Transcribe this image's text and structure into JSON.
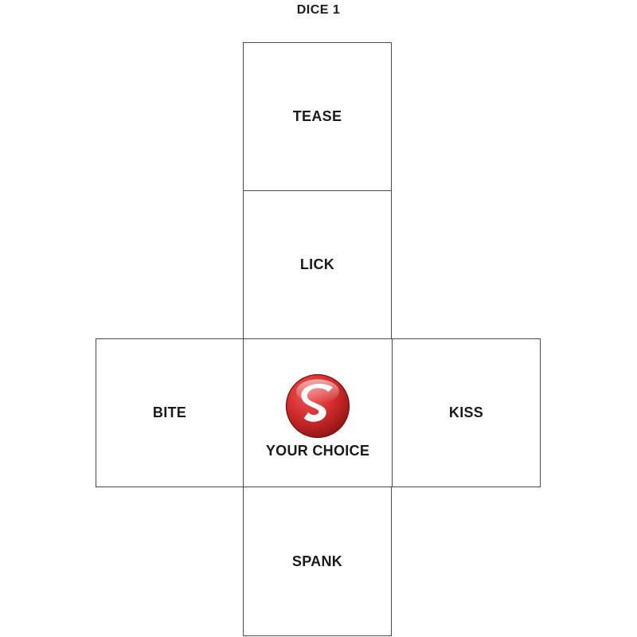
{
  "title": "DICE 1",
  "faces": {
    "top": "TEASE",
    "upper": "LICK",
    "left": "BITE",
    "center": "YOUR CHOICE",
    "right": "KISS",
    "bottom": "SPANK"
  },
  "logo": {
    "icon": "s-logo-icon",
    "letter": "S",
    "color": "#d12a2a",
    "highlight": "#f25a5a"
  },
  "colors": {
    "border": "#4a4a4a",
    "text": "#1a1a1a"
  }
}
